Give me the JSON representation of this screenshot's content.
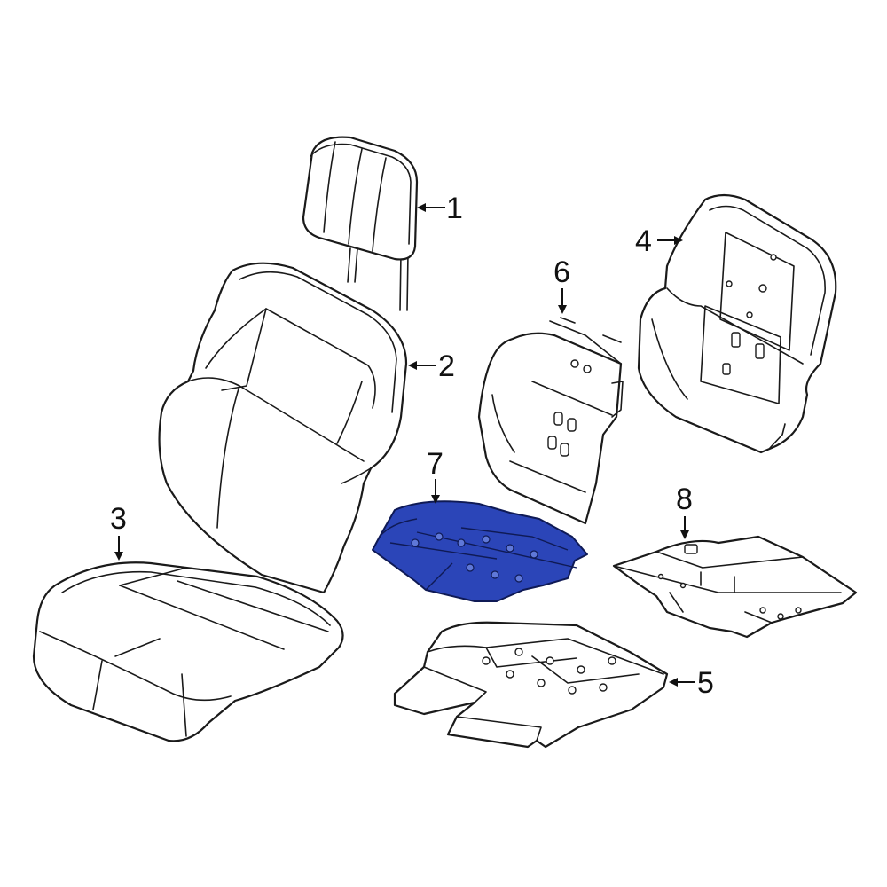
{
  "highlight_color": "#2b45b8",
  "callouts": [
    {
      "id": "1",
      "label": "1"
    },
    {
      "id": "2",
      "label": "2"
    },
    {
      "id": "3",
      "label": "3"
    },
    {
      "id": "4",
      "label": "4"
    },
    {
      "id": "5",
      "label": "5"
    },
    {
      "id": "6",
      "label": "6"
    },
    {
      "id": "7",
      "label": "7"
    },
    {
      "id": "8",
      "label": "8"
    }
  ]
}
